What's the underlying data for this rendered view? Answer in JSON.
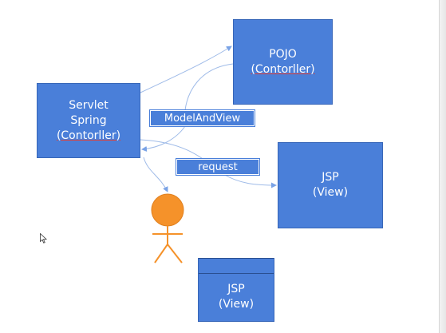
{
  "diagram": {
    "servlet_box": {
      "line1": "Servlet",
      "line2": "Spring",
      "line3": "(Contorller)"
    },
    "pojo_box": {
      "line1": "POJO",
      "line2": "(Contorller)"
    },
    "jsp_view_box": {
      "line1": "JSP",
      "line2": "(View)"
    },
    "jsp_view_box_bottom": {
      "line1": "JSP",
      "line2": "(View)"
    },
    "labels": {
      "model_and_view": "ModelAndView",
      "request": "request"
    }
  },
  "colors": {
    "box_fill": "#4a7fd9",
    "box_border": "#3766b8",
    "arrow": "#7aa3e6",
    "person_head": "#f5922a",
    "person_body": "#f5922a",
    "underline": "#e0403a"
  }
}
